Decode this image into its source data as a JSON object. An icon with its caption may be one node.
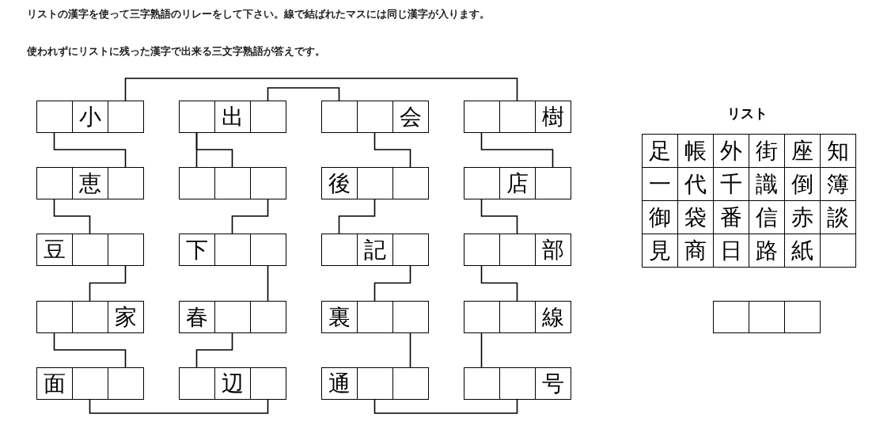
{
  "diagram": {
    "nodes": [
      {
        "text": [],
        "shape": "box"
      },
      {
        "text": [
          "小"
        ]
      },
      {
        "text": [],
        "shape": "box"
      },
      {
        "text": [],
        "shape": "box"
      },
      {
        "text": [
          "出"
        ]
      },
      {
        "text": [],
        "shape": "box"
      },
      {
        "text": [],
        "shape": "box"
      },
      {
        "text": [],
        "shape": "box"
      },
      {
        "text": [
          "会"
        ]
      },
      {
        "text": [],
        "shape": "box"
      },
      {
        "text": [],
        "shape": "box"
      },
      {
        "text": [
          "樹"
        ]
      },
      {
        "text": [],
        "shape": "box"
      },
      {
        "text": [
          "恵"
        ]
      },
      {
        "text": [],
        "shape": "box"
      },
      {
        "text": [],
        "shape": "box"
      },
      {
        "text": [],
        "shape": "box"
      },
      {
        "text": [],
        "shape": "box"
      },
      {
        "text": [
          "後"
        ]
      },
      {
        "text": [],
        "shape": "box"
      },
      {
        "text": [],
        "shape": "box"
      },
      {
        "text": [],
        "shape": "box"
      },
      {
        "text": [
          "店"
        ]
      },
      {
        "text": [],
        "shape": "box"
      },
      {
        "text": [
          "豆"
        ]
      },
      {
        "text": [],
        "shape": "box"
      },
      {
        "text": [],
        "shape": "box"
      },
      {
        "text": [
          "下"
        ]
      },
      {
        "text": [],
        "shape": "box"
      },
      {
        "text": [],
        "shape": "box"
      },
      {
        "text": [],
        "shape": "box"
      },
      {
        "text": [
          "記"
        ]
      },
      {
        "text": [],
        "shape": "box"
      },
      {
        "text": [],
        "shape": "box"
      },
      {
        "text": [],
        "shape": "box"
      },
      {
        "text": [
          "部"
        ]
      },
      {
        "text": [],
        "shape": "box"
      },
      {
        "text": [],
        "shape": "box"
      },
      {
        "text": [
          "家"
        ]
      },
      {
        "text": [
          "春"
        ]
      },
      {
        "text": [],
        "shape": "box"
      },
      {
        "text": [],
        "shape": "box"
      },
      {
        "text": [
          "裏"
        ]
      },
      {
        "text": [],
        "shape": "box"
      },
      {
        "text": [],
        "shape": "box"
      },
      {
        "text": [],
        "shape": "box"
      },
      {
        "text": [],
        "shape": "box"
      },
      {
        "text": [
          "線"
        ]
      },
      {
        "text": [
          "面"
        ]
      },
      {
        "text": [],
        "shape": "box"
      },
      {
        "text": [],
        "shape": "box"
      },
      {
        "text": [],
        "shape": "box"
      },
      {
        "text": [
          "辺"
        ]
      },
      {
        "text": [],
        "shape": "box"
      },
      {
        "text": [
          "通"
        ]
      },
      {
        "text": [],
        "shape": "box"
      },
      {
        "text": [],
        "shape": "box"
      },
      {
        "text": [],
        "shape": "box"
      },
      {
        "text": [],
        "shape": "box"
      },
      {
        "text": [
          "号"
        ]
      },
      {
        "text": [],
        "shape": "box"
      },
      {
        "text": [],
        "shape": "box"
      },
      {
        "text": [],
        "shape": "box"
      }
    ],
    "edges": [
      {
        "from": 2,
        "to": 10,
        "arrow": "none"
      },
      {
        "from": 5,
        "to": 6,
        "arrow": "none"
      },
      {
        "from": 0,
        "to": 14,
        "arrow": "none"
      },
      {
        "from": 3,
        "to": 15,
        "arrow": "none"
      },
      {
        "from": 3,
        "to": 16,
        "arrow": "none"
      },
      {
        "from": 7,
        "to": 20,
        "arrow": "none"
      },
      {
        "from": 9,
        "to": 23,
        "arrow": "none"
      },
      {
        "from": 12,
        "to": 25,
        "arrow": "none"
      },
      {
        "from": 17,
        "to": 28,
        "arrow": "none"
      },
      {
        "from": 19,
        "to": 30,
        "arrow": "none"
      },
      {
        "from": 21,
        "to": 34,
        "arrow": "none"
      },
      {
        "from": 26,
        "to": 37,
        "arrow": "none"
      },
      {
        "from": 29,
        "to": 41,
        "arrow": "none"
      },
      {
        "from": 32,
        "to": 43,
        "arrow": "none"
      },
      {
        "from": 33,
        "to": 46,
        "arrow": "none"
      },
      {
        "from": 36,
        "to": 50,
        "arrow": "none"
      },
      {
        "from": 40,
        "to": 51,
        "arrow": "none"
      },
      {
        "from": 44,
        "to": 56,
        "arrow": "none"
      },
      {
        "from": 45,
        "to": 57,
        "arrow": "none"
      },
      {
        "from": 49,
        "to": 53,
        "arrow": "none"
      },
      {
        "from": 55,
        "to": 58,
        "arrow": "none"
      }
    ],
    "labels": [
      "リストの漢字を使って三字熟語のリレーをして下さい。線で結ばれたマスには同じ漢字が入ります。",
      "使われずにリストに残った漢字で出来る三文字熟語が答えです。",
      "リスト",
      "足",
      "帳",
      "外",
      "街",
      "座",
      "知",
      "一",
      "代",
      "千",
      "識",
      "倒",
      "簿",
      "御",
      "袋",
      "番",
      "信",
      "赤",
      "談",
      "見",
      "商",
      "日",
      "路",
      "紙"
    ]
  }
}
